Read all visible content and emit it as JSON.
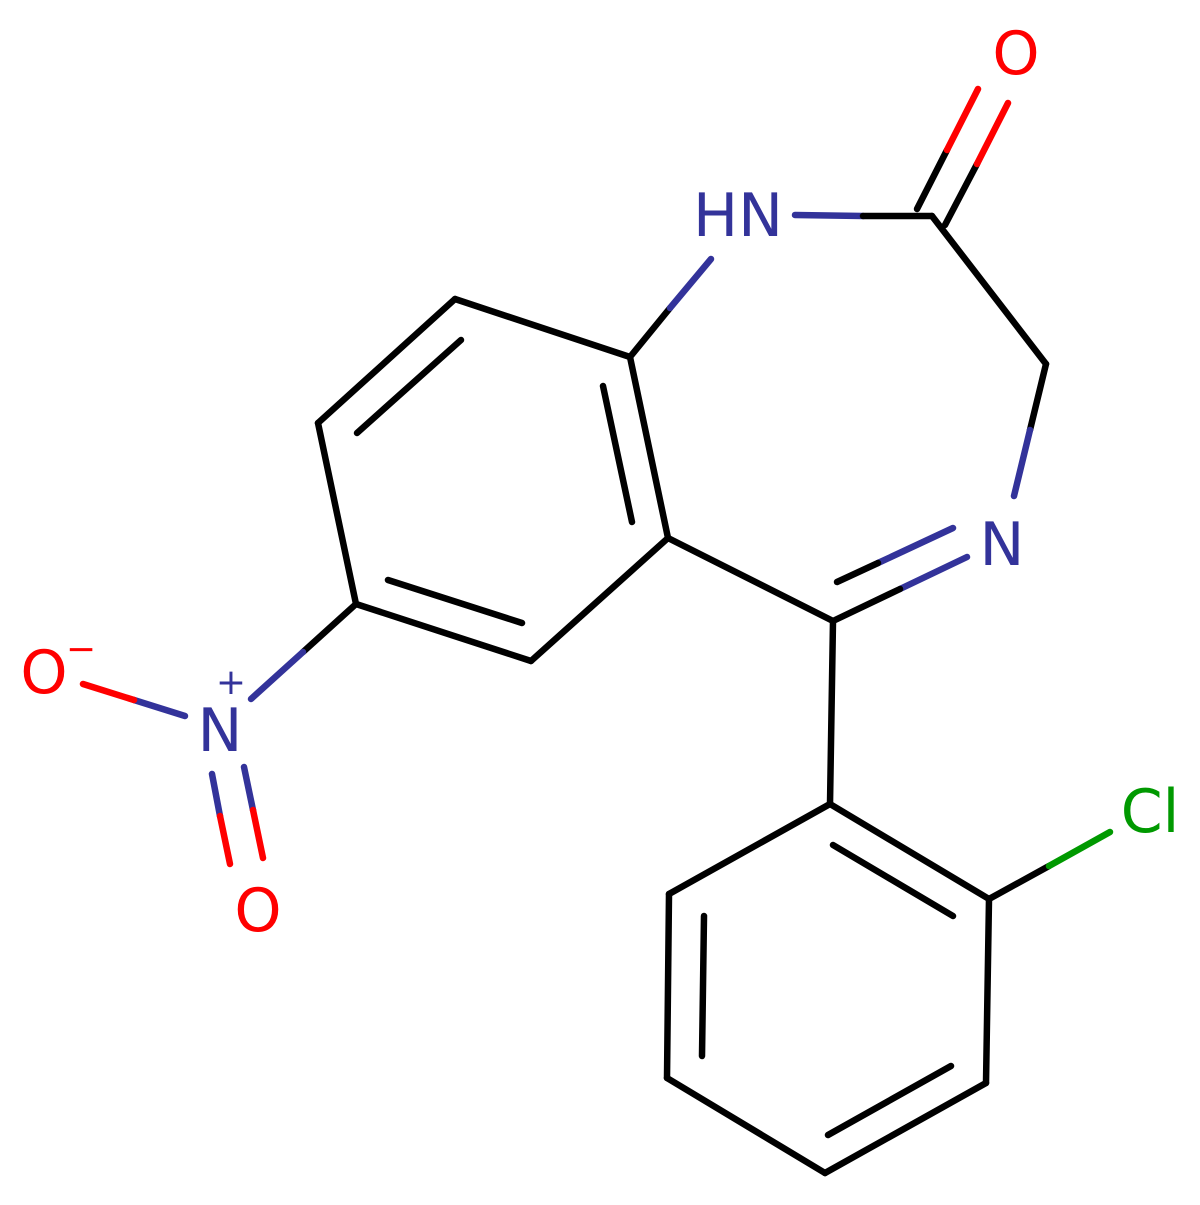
{
  "molecule": {
    "colors": {
      "carbon": "#000000",
      "nitrogen": "#33339a",
      "oxygen": "#ff0000",
      "chlorine": "#009900"
    },
    "atoms": {
      "n_amide": {
        "text": "HN",
        "element": "nitrogen"
      },
      "o_carbonyl": {
        "text": "O",
        "element": "oxygen"
      },
      "n_imine": {
        "text": "N",
        "element": "nitrogen"
      },
      "n_nitro": {
        "text": "N",
        "charge": "+",
        "element": "nitrogen"
      },
      "o_nitro_minus": {
        "text": "O",
        "charge": "−",
        "element": "oxygen"
      },
      "o_nitro": {
        "text": "O",
        "element": "oxygen"
      },
      "cl": {
        "text": "Cl",
        "element": "chlorine"
      }
    }
  }
}
